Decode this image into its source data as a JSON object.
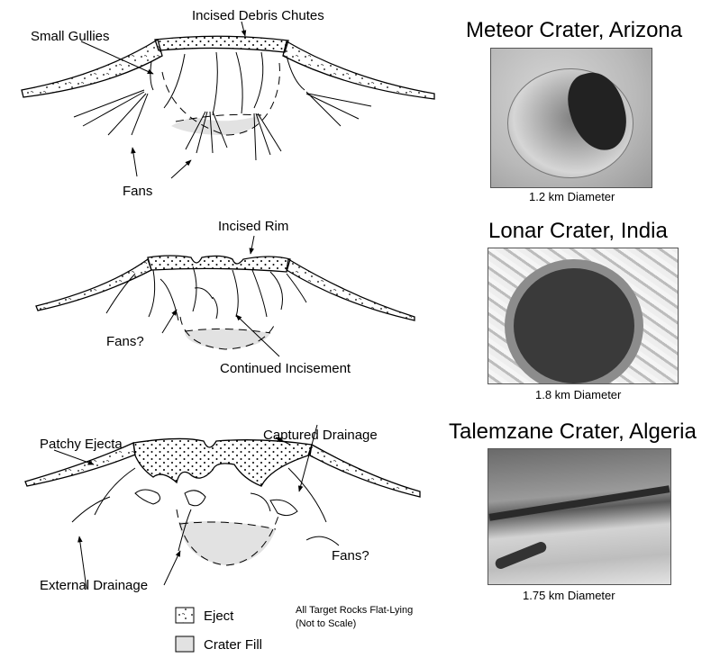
{
  "diagrams": {
    "top": {
      "labels": {
        "chutes": "Incised Debris Chutes",
        "gullies": "Small Gullies",
        "fans": "Fans"
      }
    },
    "middle": {
      "labels": {
        "rim": "Incised Rim",
        "fans": "Fans?",
        "incision": "Continued Incisement"
      }
    },
    "bottom": {
      "labels": {
        "ejecta": "Patchy Ejecta",
        "captured": "Captured Drainage",
        "external": "External Drainage",
        "fans": "Fans?"
      }
    }
  },
  "craters": [
    {
      "name": "Meteor Crater, Arizona",
      "diameter": "1.2 km Diameter"
    },
    {
      "name": "Lonar Crater, India",
      "diameter": "1.8 km Diameter"
    },
    {
      "name": "Talemzane Crater, Algeria",
      "diameter": "1.75 km Diameter"
    }
  ],
  "legend": {
    "ejecta": "Eject",
    "fill": "Crater Fill",
    "note_line1": "All Target Rocks Flat-Lying",
    "note_line2": "(Not to Scale)"
  }
}
